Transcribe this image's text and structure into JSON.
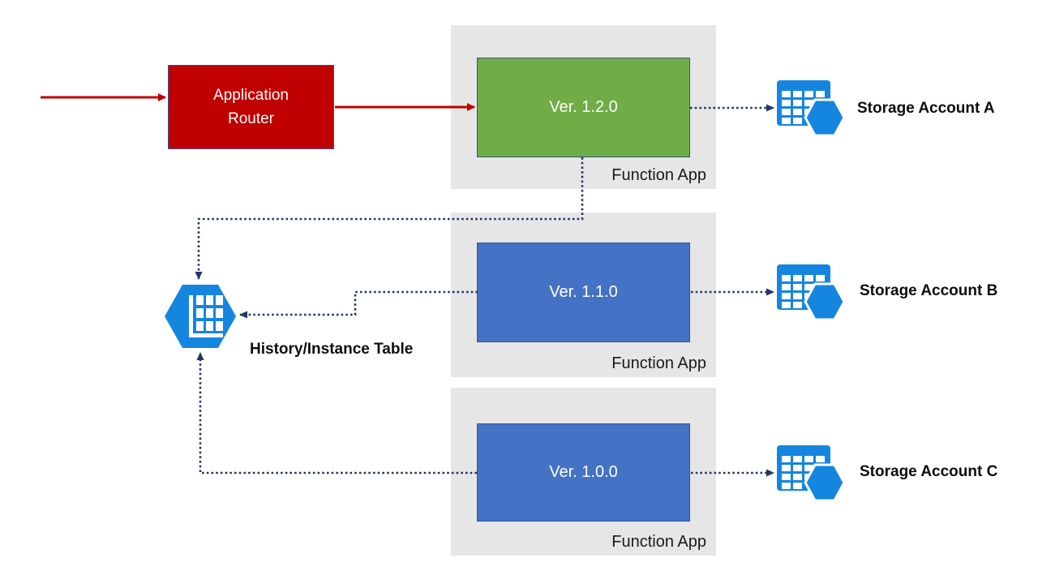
{
  "colors": {
    "red": "#C00000",
    "green": "#70AD47",
    "blue": "#4472C4",
    "navy": "#1F3864",
    "azure": "#1486DF",
    "panel": "#E7E6E6",
    "boxborder": "#2F5597",
    "ink": "#1A1A1A"
  },
  "router": {
    "label": "Application Router"
  },
  "function_apps": [
    {
      "version_label": "Ver. 1.2.0",
      "container_label": "Function App"
    },
    {
      "version_label": "Ver. 1.1.0",
      "container_label": "Function App"
    },
    {
      "version_label": "Ver. 1.0.0",
      "container_label": "Function App"
    }
  ],
  "history_table": {
    "label": "History/Instance Table"
  },
  "storage_accounts": [
    {
      "label": "Storage Account A"
    },
    {
      "label": "Storage Account B"
    },
    {
      "label": "Storage Account C"
    }
  ],
  "icons": {
    "storage": "table-storage-icon",
    "history": "history-table-hexagon-icon"
  }
}
